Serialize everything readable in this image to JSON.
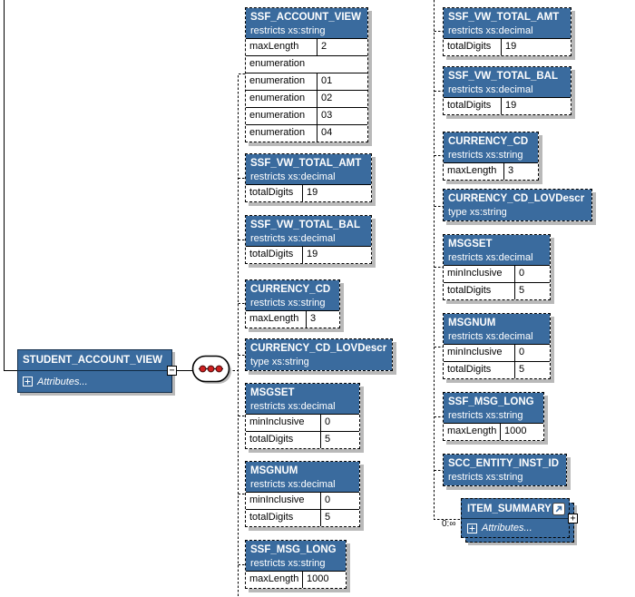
{
  "colors": {
    "header_blue": "#3a6b9e",
    "shadow_gray": "#b9b9b9",
    "dot_red": "#cf2020"
  },
  "icons": {
    "sequence_compositor": "pill-with-three-red-dots",
    "attributes_expand": "plus-box-outline",
    "collapse_handle": "minus-box",
    "expand_handle": "plus-box",
    "element_reference": "arrow-up-right-box"
  },
  "root_element": {
    "name": "STUDENT_ACCOUNT_VIEW",
    "attributes_label": "Attributes...",
    "collapse_glyph": "−"
  },
  "item_summary": {
    "name": "ITEM_SUMMARY",
    "attributes_label": "Attributes...",
    "occurrence_label": "0:∞",
    "expand_glyph": "+"
  },
  "middle_column": {
    "boxes": [
      {
        "title": "SSF_ACCOUNT_VIEW",
        "subtitle": "restricts xs:string",
        "facets": [
          {
            "name": "maxLength",
            "value": "2"
          },
          {
            "name": "enumeration",
            "value": ""
          },
          {
            "name": "enumeration",
            "value": "01"
          },
          {
            "name": "enumeration",
            "value": "02"
          },
          {
            "name": "enumeration",
            "value": "03"
          },
          {
            "name": "enumeration",
            "value": "04"
          }
        ]
      },
      {
        "title": "SSF_VW_TOTAL_AMT",
        "subtitle": "restricts xs:decimal",
        "facets": [
          {
            "name": "totalDigits",
            "value": "19"
          }
        ]
      },
      {
        "title": "SSF_VW_TOTAL_BAL",
        "subtitle": "restricts xs:decimal",
        "facets": [
          {
            "name": "totalDigits",
            "value": "19"
          }
        ]
      },
      {
        "title": "CURRENCY_CD",
        "subtitle": "restricts xs:string",
        "facets": [
          {
            "name": "maxLength",
            "value": "3"
          }
        ]
      },
      {
        "title": "CURRENCY_CD_LOVDescr",
        "subtitle": "type xs:string",
        "facets": []
      },
      {
        "title": "MSGSET",
        "subtitle": "restricts xs:decimal",
        "facets": [
          {
            "name": "minInclusive",
            "value": "0"
          },
          {
            "name": "totalDigits",
            "value": "5"
          }
        ]
      },
      {
        "title": "MSGNUM",
        "subtitle": "restricts xs:decimal",
        "facets": [
          {
            "name": "minInclusive",
            "value": "0"
          },
          {
            "name": "totalDigits",
            "value": "5"
          }
        ]
      },
      {
        "title": "SSF_MSG_LONG",
        "subtitle": "restricts xs:string",
        "facets": [
          {
            "name": "maxLength",
            "value": "1000"
          }
        ]
      }
    ]
  },
  "right_column": {
    "boxes": [
      {
        "title": "SSF_VW_TOTAL_AMT",
        "subtitle": "restricts xs:decimal",
        "facets": [
          {
            "name": "totalDigits",
            "value": "19"
          }
        ]
      },
      {
        "title": "SSF_VW_TOTAL_BAL",
        "subtitle": "restricts xs:decimal",
        "facets": [
          {
            "name": "totalDigits",
            "value": "19"
          }
        ]
      },
      {
        "title": "CURRENCY_CD",
        "subtitle": "restricts xs:string",
        "facets": [
          {
            "name": "maxLength",
            "value": "3"
          }
        ]
      },
      {
        "title": "CURRENCY_CD_LOVDescr",
        "subtitle": "type xs:string",
        "facets": []
      },
      {
        "title": "MSGSET",
        "subtitle": "restricts xs:decimal",
        "facets": [
          {
            "name": "minInclusive",
            "value": "0"
          },
          {
            "name": "totalDigits",
            "value": "5"
          }
        ]
      },
      {
        "title": "MSGNUM",
        "subtitle": "restricts xs:decimal",
        "facets": [
          {
            "name": "minInclusive",
            "value": "0"
          },
          {
            "name": "totalDigits",
            "value": "5"
          }
        ]
      },
      {
        "title": "SSF_MSG_LONG",
        "subtitle": "restricts xs:string",
        "facets": [
          {
            "name": "maxLength",
            "value": "1000"
          }
        ]
      },
      {
        "title": "SCC_ENTITY_INST_ID",
        "subtitle": "restricts xs:string",
        "facets": []
      }
    ]
  }
}
